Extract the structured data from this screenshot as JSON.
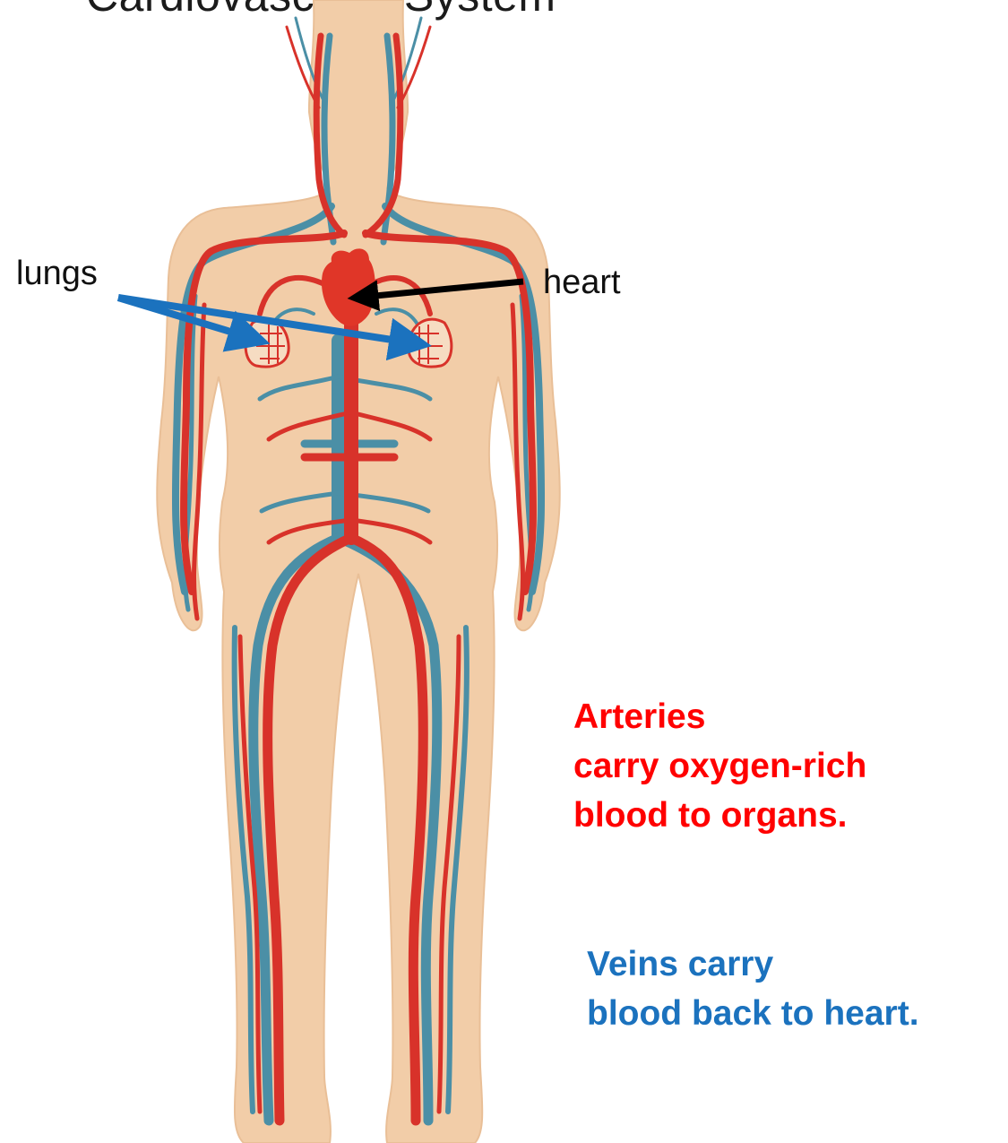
{
  "title": "Cardiovascular System",
  "labels": {
    "lungs": "lungs",
    "heart": "heart"
  },
  "notes": {
    "arteries": {
      "lines": [
        "Arteries",
        "carry oxygen-rich",
        "blood to organs."
      ],
      "color": "#ff0000"
    },
    "veins": {
      "lines": [
        "Veins carry",
        "blood back to heart."
      ],
      "color": "#1b72be"
    }
  },
  "colors": {
    "skin": "#f2cda8",
    "artery": "#d8322a",
    "vein": "#4b8fa6",
    "heart": "#e03628",
    "heart_pointer": "#000000",
    "lung_pointer": "#1b72be"
  }
}
